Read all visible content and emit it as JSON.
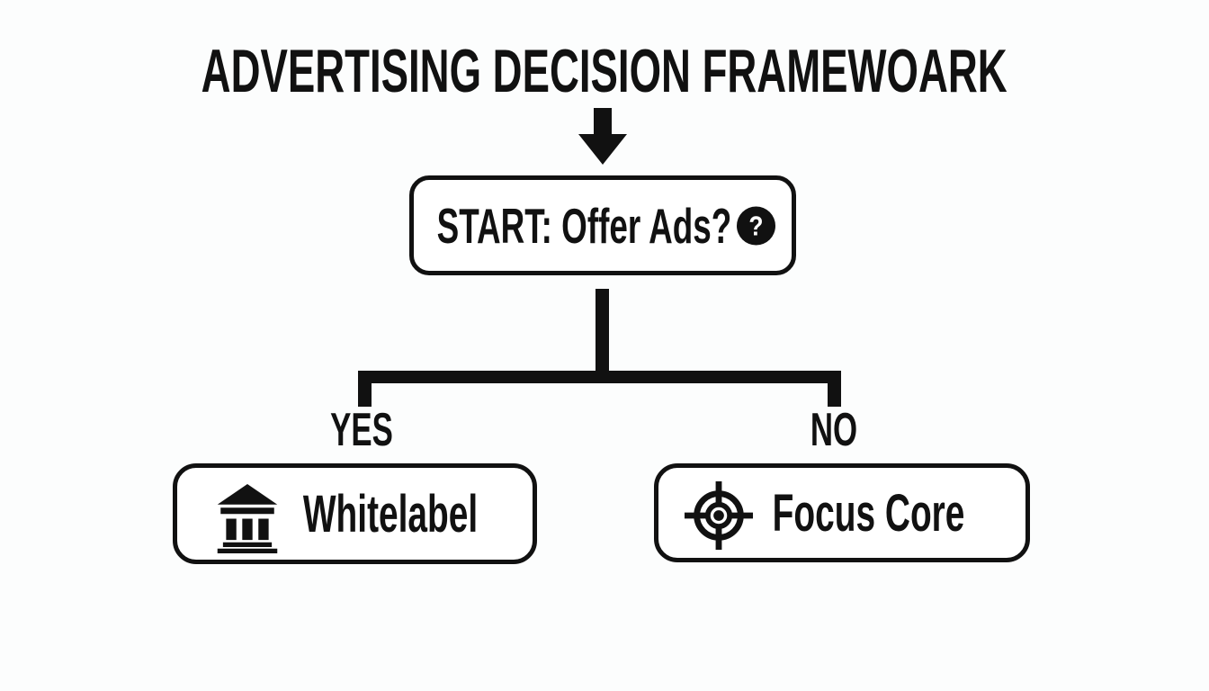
{
  "diagram": {
    "title": "ADVERTISING DECISION FRAMEWOARK",
    "start_node": {
      "label": "START: Offer Ads?",
      "icon": "question-circle-icon",
      "icon_glyph": "?"
    },
    "branches": {
      "yes": {
        "label": "YES",
        "node": {
          "label": "Whitelabel",
          "icon": "bank-icon"
        }
      },
      "no": {
        "label": "NO",
        "node": {
          "label": "Focus Core",
          "icon": "target-icon"
        }
      }
    },
    "flow_icon": "down-arrow-icon",
    "colors": {
      "ink": "#111111",
      "background": "#fcfdfd",
      "node_fill": "#ffffff"
    }
  }
}
